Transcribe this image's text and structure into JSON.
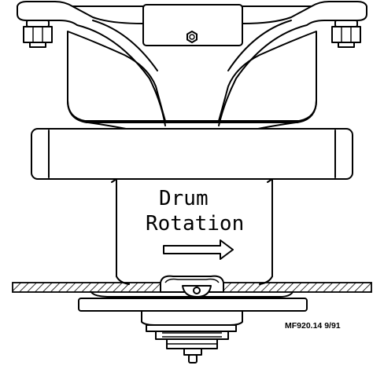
{
  "labels": {
    "line1": "Drum",
    "line2": "Rotation",
    "reference": "MF920.14  9/91"
  },
  "colors": {
    "ink": "#000000",
    "paper": "#ffffff"
  },
  "icons": {
    "rotation_arrow": "right-arrow-icon",
    "bolt": "hex-bolt-icon"
  }
}
